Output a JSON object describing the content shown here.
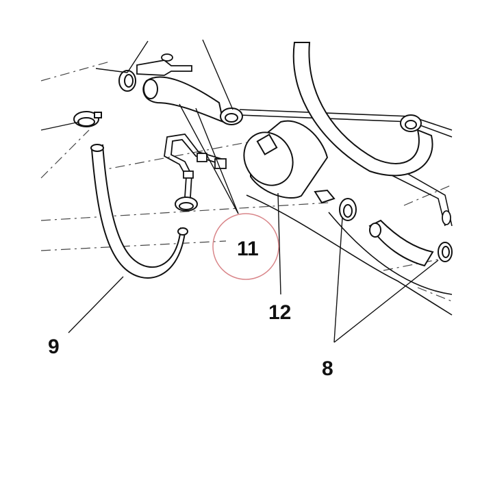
{
  "diagram": {
    "callouts": [
      {
        "id": "9",
        "label": "9"
      },
      {
        "id": "11",
        "label": "11"
      },
      {
        "id": "12",
        "label": "12"
      },
      {
        "id": "8",
        "label": "8"
      }
    ],
    "highlight_color": "#d9868a",
    "line_color": "#111111"
  }
}
